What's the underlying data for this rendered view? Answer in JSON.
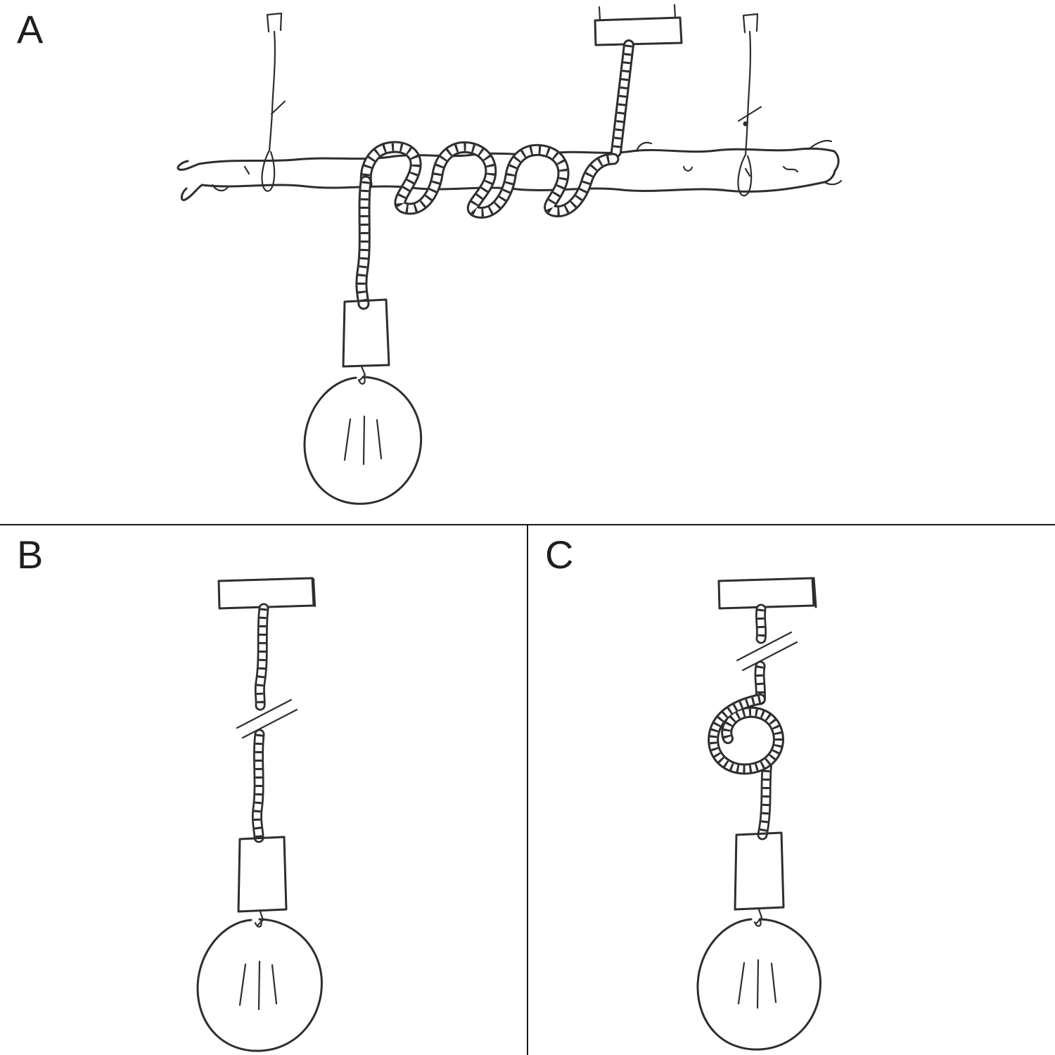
{
  "panels": [
    {
      "label": "A",
      "sketch": "branch-suspended-rope-pendant"
    },
    {
      "label": "B",
      "sketch": "straight-rope-pendant"
    },
    {
      "label": "C",
      "sketch": "knotted-rope-pendant"
    }
  ],
  "colors": {
    "background": "#ffffff",
    "ink": "#2e2e2e",
    "divider": "#1a1a1a"
  }
}
